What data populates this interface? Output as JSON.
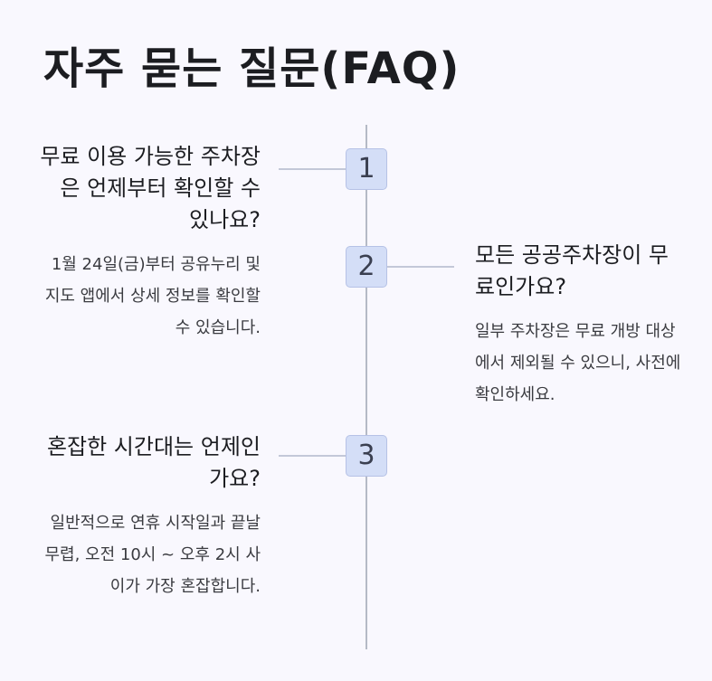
{
  "page": {
    "title": "자주 묻는 질문(FAQ)"
  },
  "faq": [
    {
      "number": "1",
      "question": "무료 이용 가능한 주차장은 언제부터 확인할 수 있나요?",
      "answer": "1월 24일(금)부터 공유누리 및 지도 앱에서 상세 정보를 확인할 수 있습니다."
    },
    {
      "number": "2",
      "question": "모든 공공주차장이 무료인가요?",
      "answer": "일부 주차장은 무료 개방 대상에서 제외될 수 있으니, 사전에 확인하세요."
    },
    {
      "number": "3",
      "question": "혼잡한 시간대는 언제인가요?",
      "answer": "일반적으로 연휴 시작일과 끝날 무렵, 오전 10시 ~ 오후 2시 사이가 가장 혼잡합니다."
    }
  ],
  "colors": {
    "background": "#f9f8fe",
    "badge_fill": "#d4def7",
    "badge_border": "#b6c2e6",
    "timeline": "#b5bac6"
  }
}
